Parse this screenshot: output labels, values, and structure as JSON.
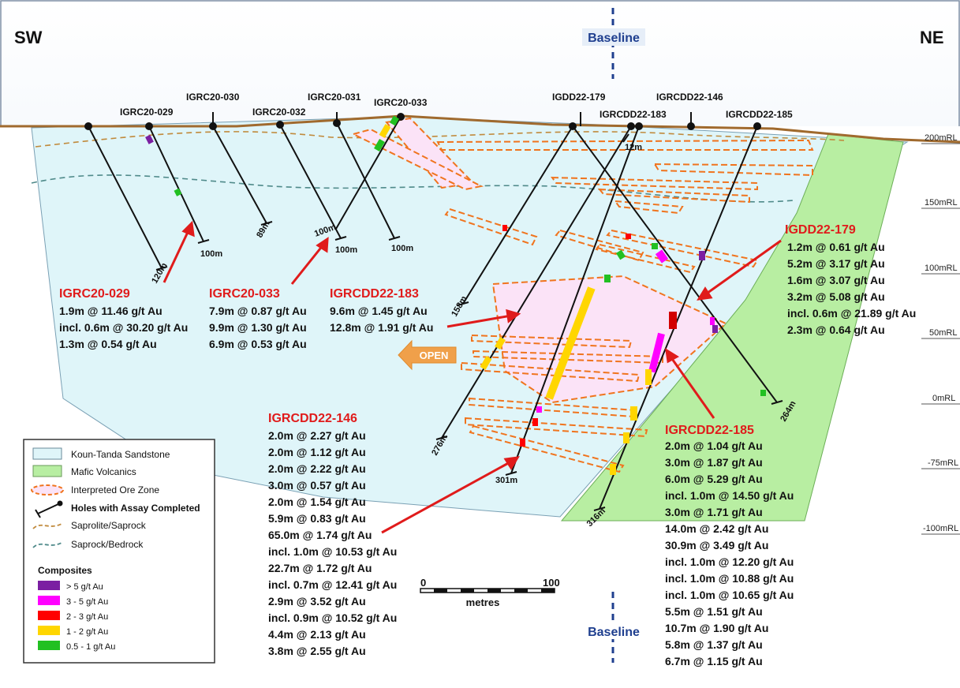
{
  "orientation": {
    "left": "SW",
    "right": "NE"
  },
  "baseline_label": "Baseline",
  "rl_labels": [
    "200mRL",
    "150mRL",
    "100mRL",
    "50mRL",
    "0mRL",
    "-75mRL",
    "-100mRL"
  ],
  "holes": [
    {
      "id": "IGRC20-029",
      "depth": "120m"
    },
    {
      "id": "IGRC20-030",
      "depth": "100m"
    },
    {
      "id": "IGRC20-032",
      "depth": "89m"
    },
    {
      "id": "IGRC20-031",
      "depth": "100m"
    },
    {
      "id": "IGRC20-033",
      "depth": "100m"
    },
    {
      "id": "IGRC20-033b",
      "depth": "100m"
    },
    {
      "id": "IGDD22-179",
      "depth": "264m"
    },
    {
      "id": "IGRCDD22-183",
      "depth": "158m"
    },
    {
      "id": "IGRCDD22-183b",
      "depth": "276m"
    },
    {
      "id": "IGRCDD22-146",
      "depth": "301m"
    },
    {
      "id": "IGRCDD22-185",
      "depth": "316m"
    },
    {
      "id": "short",
      "depth": "12m"
    }
  ],
  "hole_labels": [
    "IGRC20-029",
    "IGRC20-030",
    "IGRC20-032",
    "IGRC20-031",
    "IGRC20-033",
    "IGDD22-179",
    "IGRCDD22-183",
    "IGRCDD22-146",
    "IGRCDD22-185"
  ],
  "open_label": "OPEN",
  "callouts": {
    "igrc20_029": {
      "title": "IGRC20-029",
      "lines": [
        "1.9m @ 11.46 g/t Au",
        "incl. 0.6m @ 30.20 g/t Au",
        "1.3m @ 0.54 g/t Au"
      ]
    },
    "igrc20_033": {
      "title": "IGRC20-033",
      "lines": [
        "7.9m @ 0.87 g/t Au",
        "9.9m @ 1.30 g/t Au",
        "6.9m @ 0.53 g/t Au"
      ]
    },
    "igrcdd22_183": {
      "title": "IGRCDD22-183",
      "lines": [
        "9.6m @ 1.45 g/t Au",
        "12.8m @ 1.91 g/t Au"
      ]
    },
    "igdd22_179": {
      "title": "IGDD22-179",
      "lines": [
        "1.2m @ 0.61 g/t Au",
        "5.2m @ 3.17 g/t Au",
        "1.6m @ 3.07 g/t Au",
        "3.2m @ 5.08 g/t Au",
        "incl. 0.6m @ 21.89 g/t Au",
        "2.3m @ 0.64 g/t Au"
      ]
    },
    "igrcdd22_146": {
      "title": "IGRCDD22-146",
      "lines": [
        "2.0m @ 2.27 g/t Au",
        "2.0m @ 1.12 g/t Au",
        "2.0m @ 2.22 g/t Au",
        "3.0m @ 0.57 g/t Au",
        "2.0m @ 1.54 g/t Au",
        "5.9m @ 0.83 g/t Au",
        "65.0m @ 1.74 g/t Au",
        "incl. 1.0m @ 10.53 g/t Au",
        "22.7m @ 1.72 g/t Au",
        "incl. 0.7m @ 12.41 g/t Au",
        "2.9m @ 3.52 g/t Au",
        "incl. 0.9m @ 10.52 g/t Au",
        "4.4m @ 2.13 g/t Au",
        "3.8m @ 2.55 g/t Au"
      ]
    },
    "igrcdd22_185": {
      "title": "IGRCDD22-185",
      "lines": [
        "2.0m @ 1.04 g/t Au",
        "3.0m @ 1.87 g/t Au",
        "6.0m @ 5.29 g/t Au",
        "incl. 1.0m @ 14.50 g/t Au",
        "3.0m @ 1.71 g/t Au",
        "14.0m @ 2.42 g/t Au",
        "30.9m @ 3.49 g/t Au",
        "incl. 1.0m @ 12.20 g/t Au",
        "incl. 1.0m @ 10.88 g/t Au",
        "incl. 1.0m @ 10.65 g/t Au",
        "5.5m @ 1.51 g/t Au",
        "10.7m @ 1.90 g/t Au",
        "5.8m @ 1.37 g/t Au",
        "6.7m @ 1.15 g/t Au"
      ]
    }
  },
  "legend": {
    "items": [
      "Koun-Tanda Sandstone",
      "Mafic Volcanics",
      "Interpreted Ore Zone",
      "Holes with Assay Completed",
      "Saprolite/Saprock",
      "Saprock/Bedrock"
    ],
    "composites_title": "Composites",
    "composites": [
      {
        "label": "> 5 g/t Au",
        "color": "#7b1fa2"
      },
      {
        "label": "3 - 5 g/t Au",
        "color": "#ff00ff"
      },
      {
        "label": "2 - 3 g/t Au",
        "color": "#ff0000"
      },
      {
        "label": "1 - 2 g/t Au",
        "color": "#ffd600"
      },
      {
        "label": "0.5 - 1 g/t Au",
        "color": "#22c022"
      }
    ]
  },
  "scale": {
    "min": "0",
    "max": "100",
    "unit": "metres"
  },
  "colors": {
    "sandstone": "#dff5f9",
    "mafic": "#b8eea2",
    "ore_fill": "#fbe3f7",
    "ore_stroke": "#f0741e",
    "callout_red": "#e01b1b",
    "sky_top": "#ffffff",
    "sky_bottom": "#d6e4f4",
    "baseline_blue": "#1f3f8f"
  }
}
